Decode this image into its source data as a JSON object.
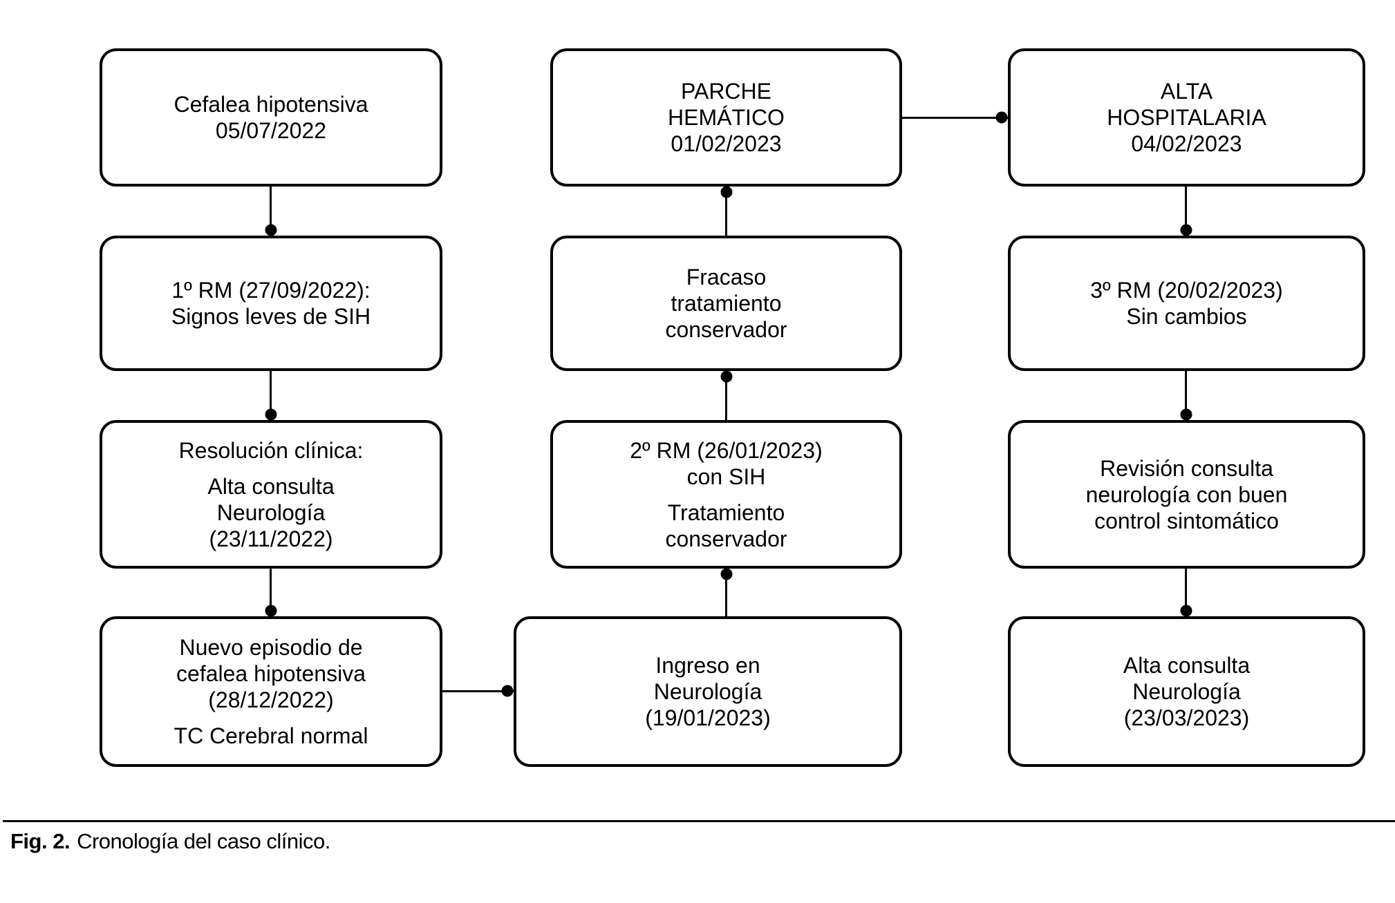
{
  "figure_caption": {
    "label": "Fig. 2.",
    "text": "Cronología del caso clínico."
  },
  "palette": {
    "ink": "#000000",
    "paper": "#ffffff"
  },
  "timeline": {
    "column1": [
      {
        "p1": "Cefalea hipotensiva\n05/07/2022",
        "p2": ""
      },
      {
        "p1": "1º RM (27/09/2022):\nSignos leves de SIH",
        "p2": ""
      },
      {
        "p1": "Resolución clínica:",
        "p2": "Alta consulta\nNeurología\n(23/11/2022)"
      },
      {
        "p1": "Nuevo episodio de\ncefalea hipotensiva\n(28/12/2022)",
        "p2": "TC Cerebral normal"
      }
    ],
    "column2": [
      {
        "p1": "PARCHE\nHEMÁTICO\n01/02/2023",
        "p2": ""
      },
      {
        "p1": "Fracaso\ntratamiento\nconservador",
        "p2": ""
      },
      {
        "p1": "2º RM (26/01/2023)\ncon SIH",
        "p2": "Tratamiento\nconservador"
      },
      {
        "p1": "Ingreso en\nNeurología\n(19/01/2023)",
        "p2": ""
      }
    ],
    "column3": [
      {
        "p1": "ALTA\nHOSPITALARIA\n04/02/2023",
        "p2": ""
      },
      {
        "p1": "3º RM (20/02/2023)\nSin cambios",
        "p2": ""
      },
      {
        "p1": "Revisión consulta\nneurología con buen\ncontrol sintomático",
        "p2": ""
      },
      {
        "p1": "Alta consulta\nNeurología\n(23/03/2023)",
        "p2": ""
      }
    ]
  }
}
